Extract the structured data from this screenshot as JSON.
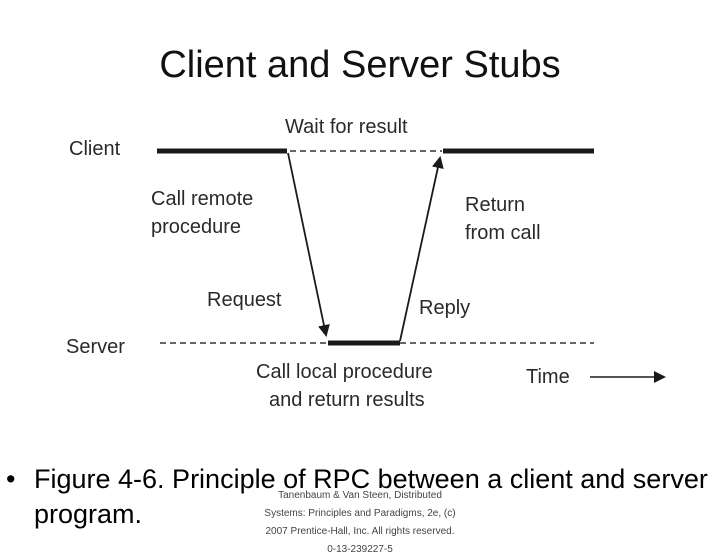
{
  "slide": {
    "title": "Client and Server Stubs",
    "bullet": "Figure 4-6. Principle of RPC between a client and server program.",
    "credit_lines": [
      "Tanenbaum & Van Steen, Distributed",
      "Systems: Principles and Paradigms, 2e, (c)",
      "2007 Prentice-Hall, Inc. All rights reserved.",
      "0-13-239227-5"
    ]
  },
  "diagram": {
    "client_label": "Client",
    "server_label": "Server",
    "wait_label": "Wait for result",
    "call_remote_lines": [
      "Call remote",
      "procedure"
    ],
    "return_lines": [
      "Return",
      "from call"
    ],
    "request_label": "Request",
    "reply_label": "Reply",
    "call_local_lines": [
      "Call local procedure",
      "and return results"
    ],
    "time_label": "Time"
  }
}
